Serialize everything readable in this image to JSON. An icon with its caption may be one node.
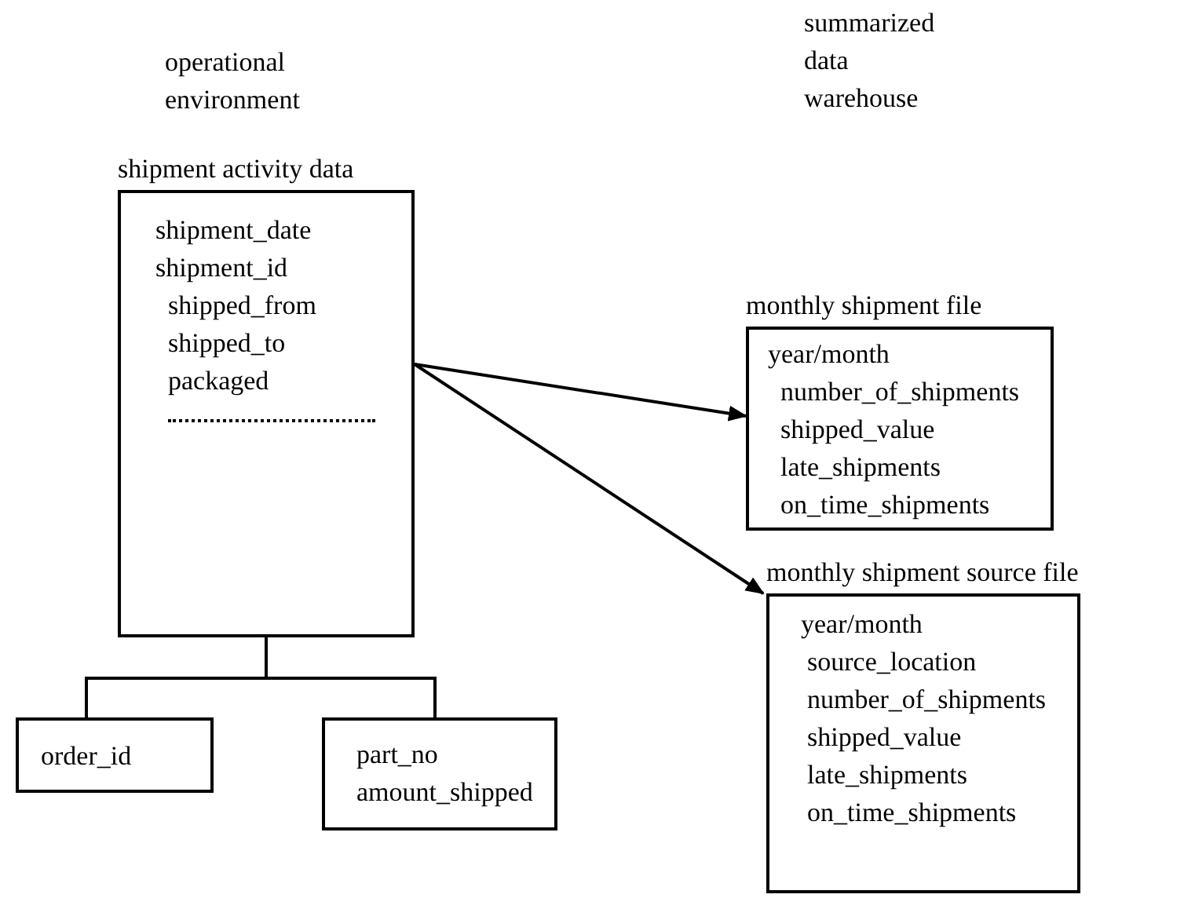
{
  "diagram": {
    "nodes": [
      {
        "text": [
          "shipment activity data",
          "shipment_date",
          "shipment_id",
          "shipped_from",
          "shipped_to",
          "packaged"
        ]
      },
      {
        "text": [
          "order_id"
        ]
      },
      {
        "text": [
          "part_no",
          "amount_shipped"
        ]
      },
      {
        "text": [
          "monthly shipment file",
          "year/month",
          "number_of_shipments",
          "shipped_value",
          "late_shipments",
          "on_time_shipments"
        ]
      },
      {
        "text": [
          "monthly shipment source file",
          "year/month",
          "source_location",
          "number_of_shipments",
          "shipped_value",
          "late_shipments",
          "on_time_shipments"
        ]
      }
    ],
    "edges": [
      {
        "from": 0,
        "to": 1,
        "arrow": "none"
      },
      {
        "from": 0,
        "to": 2,
        "arrow": "none"
      },
      {
        "from": 0,
        "to": 3,
        "arrow": "to"
      },
      {
        "from": 0,
        "to": 4,
        "arrow": "to"
      }
    ],
    "labels": [
      "operational environment",
      "summarized data warehouse"
    ]
  }
}
